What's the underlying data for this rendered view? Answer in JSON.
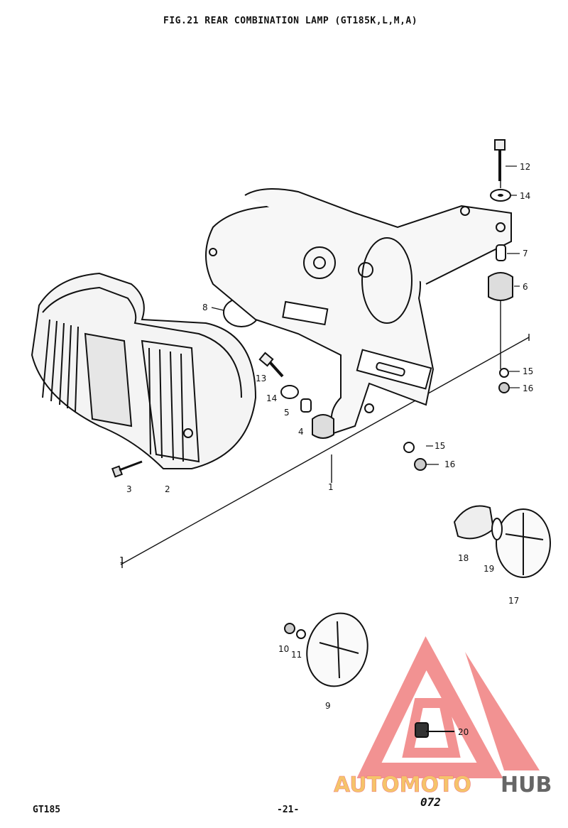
{
  "title": "FIG.21  REAR COMBINATION LAMP (GT185K,L,M,A)",
  "footer": {
    "model": "GT185",
    "page": "-21-",
    "code": "072"
  },
  "watermark": {
    "part1": "AUTOMOTO",
    "part2": "HUB",
    "color_primary": "#f08080",
    "color_secondary": "#f5c46a",
    "color_tertiary": "#666666"
  },
  "part_labels": {
    "p1a": "1",
    "p1b": "1",
    "p2": "2",
    "p3": "3",
    "p4": "4",
    "p5": "5",
    "p6": "6",
    "p7": "7",
    "p8": "8",
    "p9": "9",
    "p10": "10",
    "p11": "11",
    "p12": "12",
    "p13": "13",
    "p14a": "14",
    "p14b": "14",
    "p15a": "15",
    "p15b": "15",
    "p16a": "16",
    "p16b": "16",
    "p17": "17",
    "p18": "18",
    "p19": "19",
    "p20": "20"
  }
}
